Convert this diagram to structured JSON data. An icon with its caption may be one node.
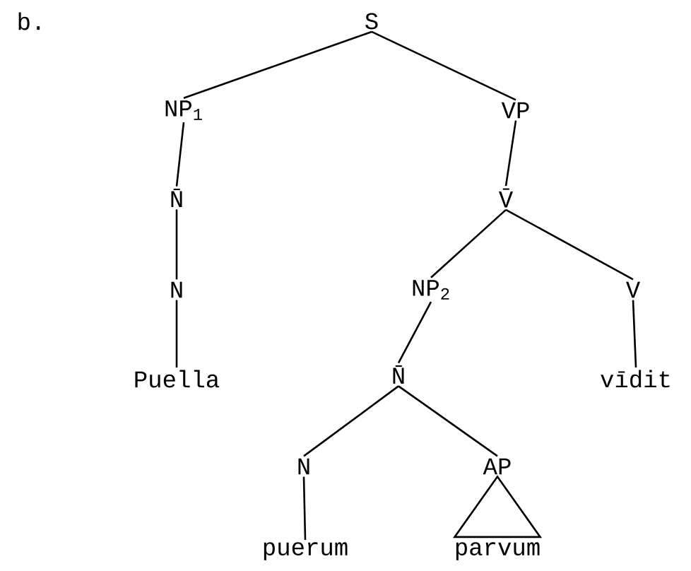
{
  "diagram": {
    "nodes": [
      {
        "text": [
          "S"
        ]
      },
      {
        "text": [
          "NP$_{1}$"
        ]
      },
      {
        "text": [
          "VP"
        ]
      },
      {
        "text": [
          "N̄"
        ]
      },
      {
        "text": [
          "V̄"
        ]
      },
      {
        "text": [
          "N"
        ]
      },
      {
        "text": [
          "NP$_{2}$"
        ]
      },
      {
        "text": [
          "V"
        ]
      },
      {
        "text": [
          "Puella"
        ]
      },
      {
        "text": [
          "N̄"
        ]
      },
      {
        "text": [
          "vīdit"
        ]
      },
      {
        "text": [
          "N"
        ]
      },
      {
        "text": [
          "AP"
        ]
      },
      {
        "text": [
          "puerum"
        ]
      },
      {
        "text": [
          "parvum"
        ]
      }
    ],
    "edges": [
      {
        "from": 0,
        "to": 1,
        "arrow": "none"
      },
      {
        "from": 0,
        "to": 2,
        "arrow": "none"
      },
      {
        "from": 1,
        "to": 3,
        "arrow": "none"
      },
      {
        "from": 2,
        "to": 4,
        "arrow": "none"
      },
      {
        "from": 3,
        "to": 5,
        "arrow": "none"
      },
      {
        "from": 4,
        "to": 6,
        "arrow": "none"
      },
      {
        "from": 4,
        "to": 7,
        "arrow": "none"
      },
      {
        "from": 5,
        "to": 8,
        "arrow": "none"
      },
      {
        "from": 6,
        "to": 9,
        "arrow": "none"
      },
      {
        "from": 7,
        "to": 10,
        "arrow": "none"
      },
      {
        "from": 9,
        "to": 11,
        "arrow": "none"
      },
      {
        "from": 9,
        "to": 12,
        "arrow": "none"
      },
      {
        "from": 11,
        "to": 13,
        "arrow": "none"
      },
      {
        "from": 12,
        "to": 14,
        "arrow": "none"
      }
    ],
    "labels": [
      "b."
    ]
  }
}
